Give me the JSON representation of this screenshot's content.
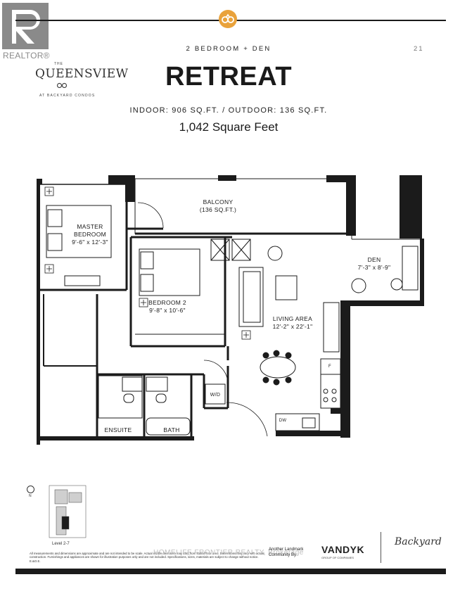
{
  "realtor": {
    "label": "REALTOR®"
  },
  "header": {
    "subtitle": "2 BEDROOM + DEN",
    "page_number": "21",
    "title": "RETREAT",
    "areas": "INDOOR: 906 SQ.FT. / OUTDOOR: 136 SQ.FT.",
    "total": "1,042 Square Feet"
  },
  "brand": {
    "the": "THE",
    "name": "QUEENSVIEW",
    "sub": "AT BACKYARD CONDOS"
  },
  "rooms": {
    "balcony": {
      "name": "BALCONY",
      "size": "(136 SQ.FT.)"
    },
    "master": {
      "name": "MASTER",
      "name2": "BEDROOM",
      "size": "9'-6\" x 12'-3\""
    },
    "bedroom2": {
      "name": "BEDROOM 2",
      "size": "9'-8\" x 10'-6\""
    },
    "den": {
      "name": "DEN",
      "size": "7'-3\" x 8'-9\""
    },
    "living": {
      "name": "LIVING AREA",
      "size": "12'-2\" x 22'-1\""
    },
    "ensuite": "ENSUITE",
    "bath": "BATH",
    "wd": "W/D",
    "dw": "DW",
    "fridge": "F"
  },
  "footer": {
    "keyplan_label": "Level 2-7",
    "compass": "N",
    "disclaimer": "All measurements and dimensions are approximate and are not intended to be scale. Actual usable floor area may vary from stated floor area. Dimensions may vary with actual construction. Furnishings and appliances are shown for illustration purposes only and are not included. Specifications, sizes, materials are subject to change without notice. E.&O.E.",
    "landmark": "Another Landmark Community By",
    "developer": "VANDYK",
    "developer_sub": "GROUP OF COMPANIES",
    "backyard": "Backyard",
    "watermark": "HOMELIFE FRONTIER REALTY, Brokerage"
  },
  "colors": {
    "accent": "#e9a23b",
    "wall": "#1b1b1b"
  }
}
